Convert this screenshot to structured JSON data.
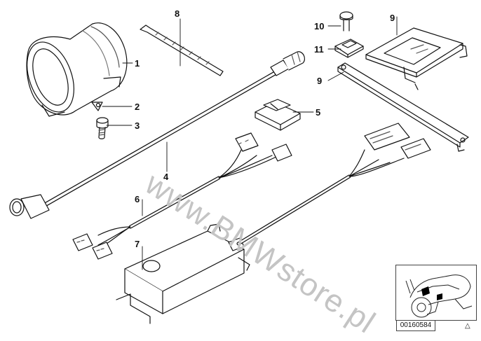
{
  "watermark": "www.BMWstore.pl",
  "callouts": {
    "c1": "1",
    "c2": "2",
    "c3": "3",
    "c4": "4",
    "c5": "5",
    "c6": "6",
    "c7": "7",
    "c8": "8",
    "c9a": "9",
    "c9b": "9",
    "c10": "10",
    "c11": "11"
  },
  "diagram_code": "00160584",
  "icons": {
    "corner": "triangle-icon",
    "location": "motorcycle-icon"
  }
}
